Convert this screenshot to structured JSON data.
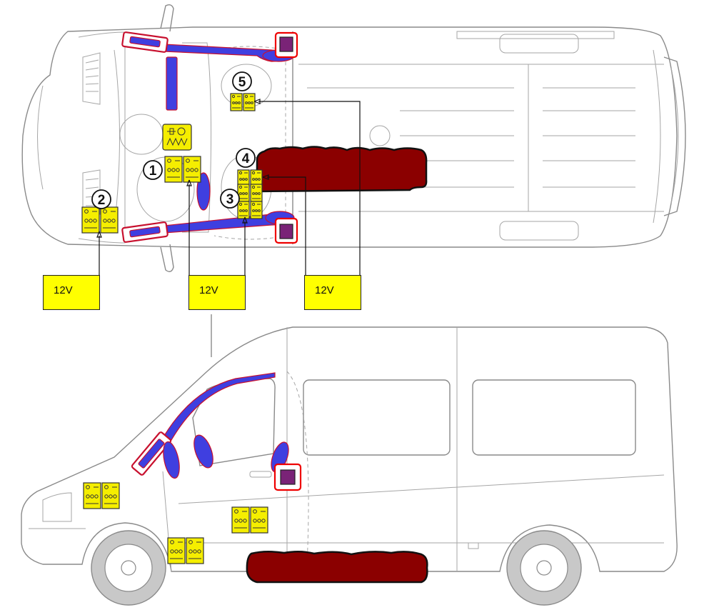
{
  "diagram": {
    "colors": {
      "tank": "#8b0000",
      "airbag": "#3f3fe0",
      "airbag_outline": "#c8102e",
      "sensor": "#7a2377",
      "battery": "#f5ee00",
      "label_box": "#ffff00",
      "vehicle_outline": "#8a8a8a"
    },
    "markers": [
      {
        "id": "1",
        "label": "1"
      },
      {
        "id": "2",
        "label": "2"
      },
      {
        "id": "3",
        "label": "3"
      },
      {
        "id": "4",
        "label": "4"
      },
      {
        "id": "5",
        "label": "5"
      }
    ],
    "voltage_labels": [
      {
        "id": "v1",
        "text": "12V"
      },
      {
        "id": "v2",
        "text": "12V"
      },
      {
        "id": "v3",
        "text": "12V"
      }
    ],
    "icons": [
      "battery-icon",
      "heater-icon",
      "airbag-icon",
      "sensor-icon",
      "fuel-tank-icon"
    ]
  }
}
